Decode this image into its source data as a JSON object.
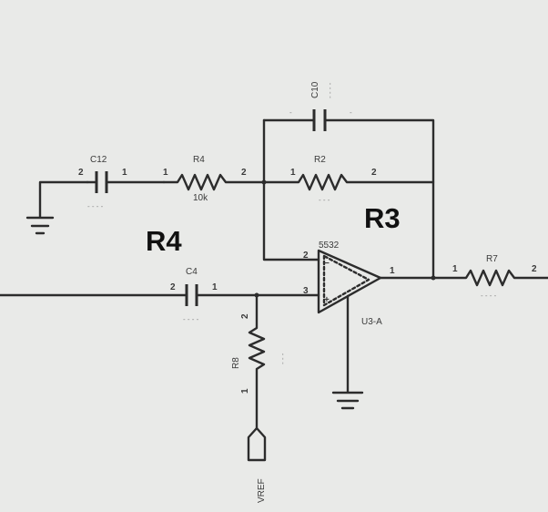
{
  "annotations": {
    "r4_callout": "R4",
    "r3_callout": "R3"
  },
  "components": {
    "c12": {
      "ref": "C12",
      "pin1": "1",
      "pin2": "2"
    },
    "r4": {
      "ref": "R4",
      "value": "10k",
      "pin1": "1",
      "pin2": "2"
    },
    "r2": {
      "ref": "R2",
      "pin1": "1",
      "pin2": "2"
    },
    "c10": {
      "ref": "C10"
    },
    "c4": {
      "ref": "C4",
      "pin1": "1",
      "pin2": "2"
    },
    "r8": {
      "ref": "R8",
      "pin1": "1",
      "pin2": "2"
    },
    "r7": {
      "ref": "R7",
      "pin1": "1",
      "pin2": "2"
    },
    "opamp": {
      "ref": "U3-A",
      "part": "5532",
      "in_minus_pin": "2",
      "in_plus_pin": "3",
      "out_pin": "1"
    },
    "vref": {
      "label": "VREF"
    }
  }
}
